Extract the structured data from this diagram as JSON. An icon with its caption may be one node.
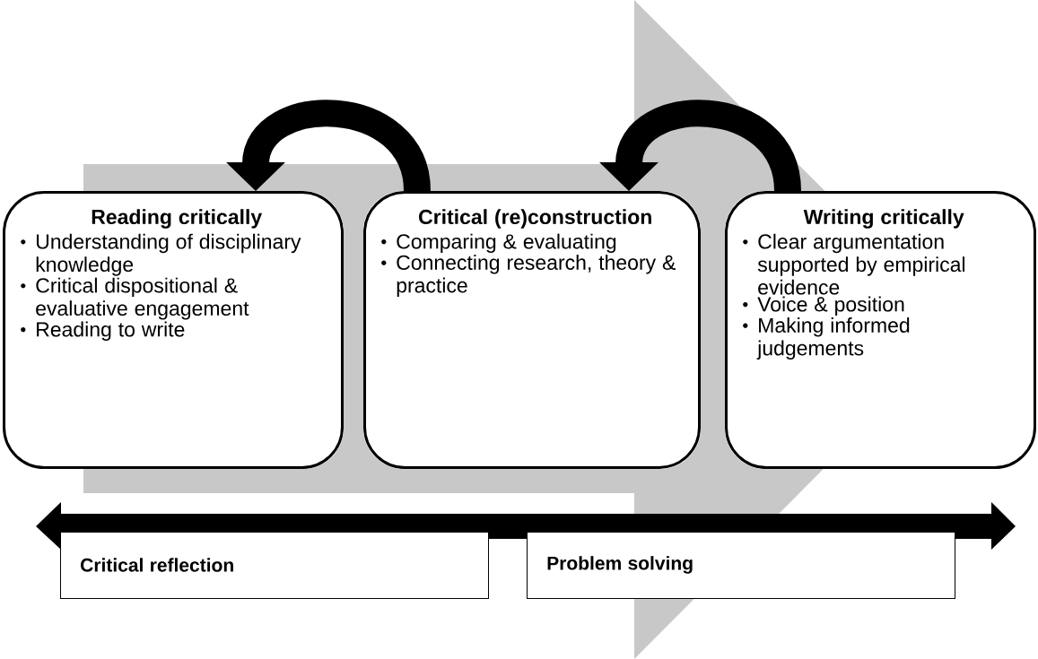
{
  "diagram": {
    "nodes": [
      {
        "text": [
          "Reading critically",
          "Understanding of disciplinary knowledge",
          "Critical dispositional & evaluative engagement",
          "Reading to write"
        ]
      },
      {
        "text": [
          "Critical (re)construction",
          "Comparing & evaluating",
          "Connecting research, theory & practice"
        ]
      },
      {
        "text": [
          "Writing critically",
          "Clear argumentation supported by empirical evidence",
          "Voice & position",
          "Making informed judgements"
        ]
      },
      {
        "text": [
          "Critical reflection"
        ]
      },
      {
        "text": [
          "Problem solving"
        ]
      }
    ],
    "edges": [
      {
        "from": 1,
        "to": 0,
        "arrow": "to"
      },
      {
        "from": 2,
        "to": 1,
        "arrow": "to"
      },
      {
        "from": 0,
        "to": 2,
        "arrow": "to",
        "style": "thick",
        "color": "#c8c8c8"
      }
    ]
  }
}
